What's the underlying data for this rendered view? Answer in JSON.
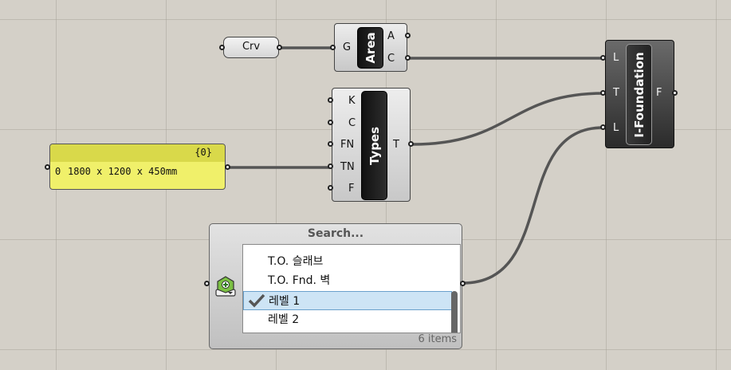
{
  "components": {
    "crv": {
      "label": "Crv"
    },
    "area": {
      "nickname": "Area",
      "inputs": [
        "G"
      ],
      "outputs": [
        "A",
        "C"
      ]
    },
    "types": {
      "nickname": "Types",
      "inputs": [
        "K",
        "C",
        "FN",
        "TN",
        "F"
      ],
      "outputs": [
        "T"
      ]
    },
    "ifoundation": {
      "nickname": "I-Foundation",
      "inputs": [
        "L",
        "T",
        "L"
      ],
      "outputs": [
        "F"
      ]
    },
    "panel": {
      "header": "{0}",
      "index": "0",
      "value": "1800 x 1200 x 450mm"
    },
    "value_list": {
      "title": "Search...",
      "items": [
        "T.O. 슬래브",
        "T.O. Fnd. 벽",
        "레벨 1",
        "레벨 2"
      ],
      "selected_index": 2,
      "count_label": "6 items"
    }
  },
  "colors": {
    "canvas": "#d4d0c8",
    "panel": "#f0f06a",
    "wire": "#555555",
    "selection": "#cde4f5"
  },
  "icons": [
    "checkmark-icon",
    "value-list-icon"
  ]
}
